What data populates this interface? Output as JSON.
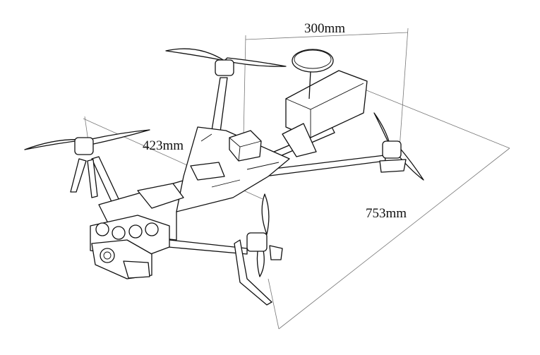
{
  "dimensions": {
    "width_label": "300mm",
    "arm_label": "423mm",
    "diagonal_label": "753mm"
  }
}
